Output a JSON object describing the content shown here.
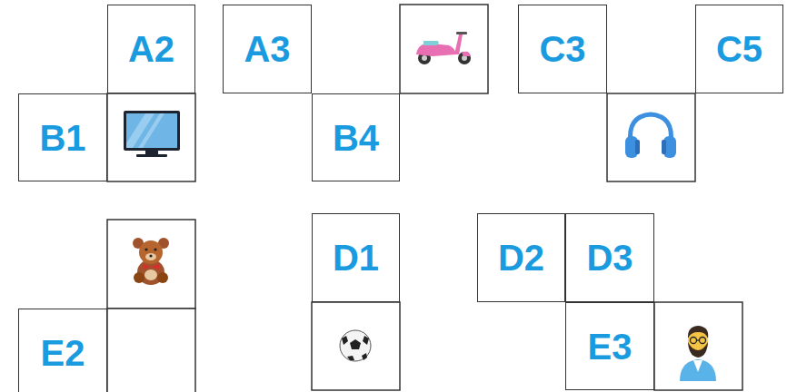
{
  "diagram": {
    "nodes": [
      {
        "text": [
          "A2"
        ]
      },
      {
        "text": [
          "A3"
        ]
      },
      {
        "text": [
          "C3"
        ]
      },
      {
        "text": [
          "C5"
        ]
      },
      {
        "text": [
          "B1"
        ]
      },
      {
        "text": [
          "B4"
        ]
      },
      {
        "text": [
          "D1"
        ]
      },
      {
        "text": [
          "D2"
        ]
      },
      {
        "text": [
          "D3"
        ]
      },
      {
        "text": [
          "E2"
        ]
      },
      {
        "text": [
          "E3"
        ]
      }
    ]
  }
}
